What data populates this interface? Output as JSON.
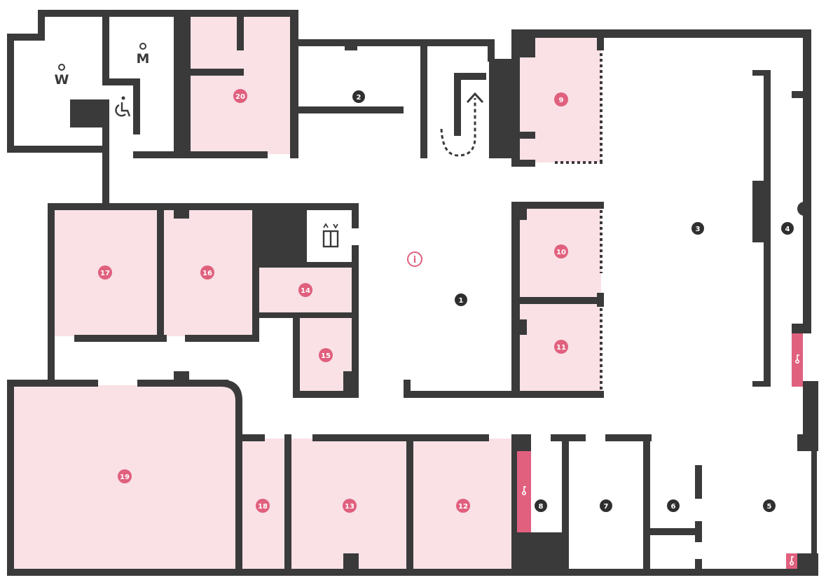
{
  "colors": {
    "wall": "#3a3a3a",
    "room_fill": "#f9e1e6",
    "accent": "#e0607e",
    "dark_marker": "#2f2f2f",
    "background": "#ffffff"
  },
  "markers": {
    "1": "1",
    "2": "2",
    "3": "3",
    "4": "4",
    "5": "5",
    "6": "6",
    "7": "7",
    "8": "8",
    "9": "9",
    "10": "10",
    "11": "11",
    "12": "12",
    "13": "13",
    "14": "14",
    "15": "15",
    "16": "16",
    "17": "17",
    "18": "18",
    "19": "19",
    "20": "20"
  },
  "icons": {
    "women": "W",
    "men": "M",
    "accessible": "wheelchair-icon",
    "information": "i",
    "elevator": "elevator-icon",
    "staircase": "stairs-up-arrow-icon",
    "locker": "key-icon"
  }
}
